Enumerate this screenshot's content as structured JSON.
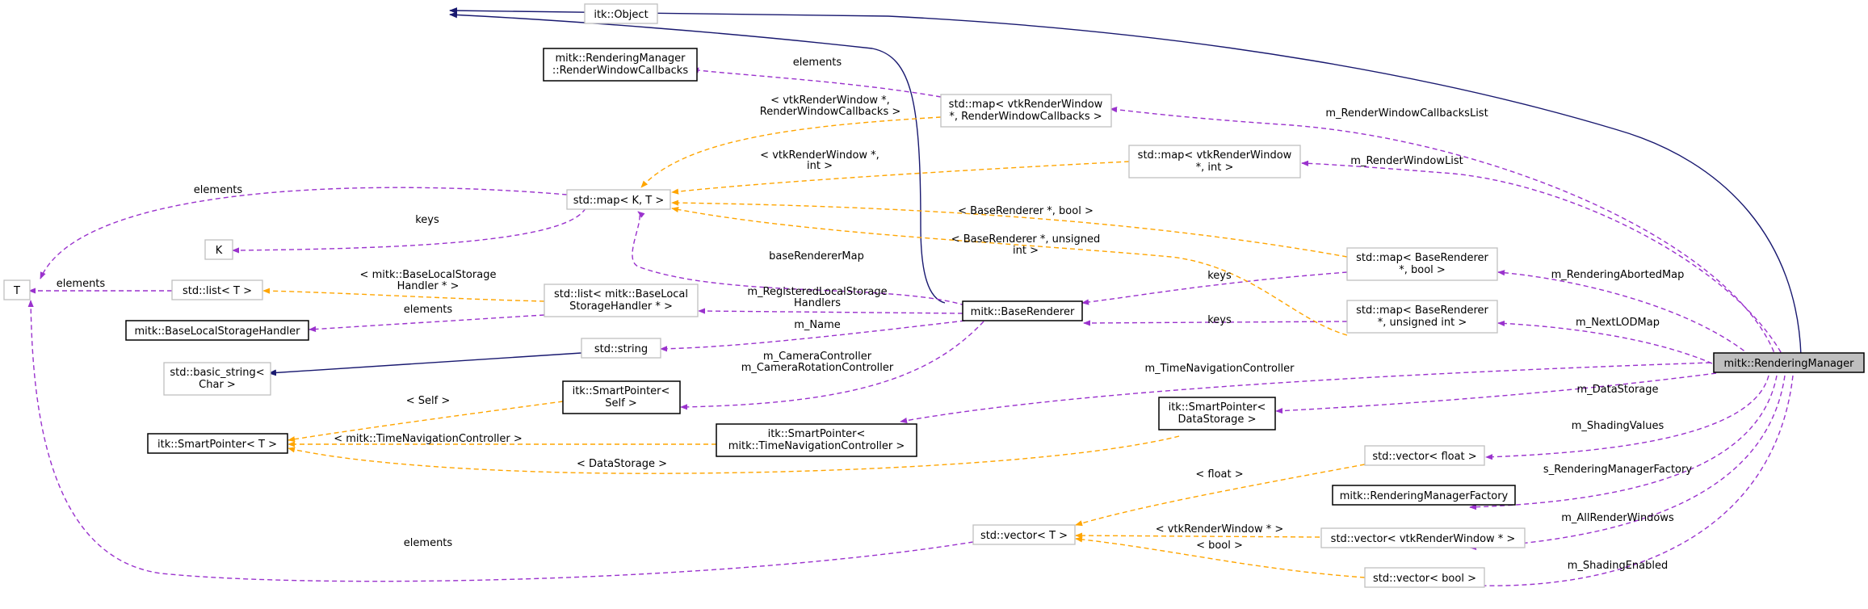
{
  "nodes": {
    "itk_object": "itk::Object",
    "callbacks_line1": "mitk::RenderingManager",
    "callbacks_line2": "::RenderWindowCallbacks",
    "map_vrw_cb_line1": "std::map< vtkRenderWindow",
    "map_vrw_cb_line2": "*, RenderWindowCallbacks >",
    "map_vrw_int_line1": "std::map< vtkRenderWindow",
    "map_vrw_int_line2": "*, int >",
    "map_kt": "std::map< K, T >",
    "k": "K",
    "t": "T",
    "list_t": "std::list< T >",
    "base_local_storage_handler": "mitk::BaseLocalStorageHandler",
    "list_blsh_line1": "std::list< mitk::BaseLocal",
    "list_blsh_line2": "StorageHandler * >",
    "std_string": "std::string",
    "basic_string_line1": "std::basic_string<",
    "basic_string_line2": "Char >",
    "sp_t": "itk::SmartPointer< T >",
    "sp_self_line1": "itk::SmartPointer<",
    "sp_self_line2": "Self >",
    "sp_tnc_line1": "itk::SmartPointer<",
    "sp_tnc_line2": "mitk::TimeNavigationController >",
    "base_renderer": "mitk::BaseRenderer",
    "map_br_bool_line1": "std::map< BaseRenderer",
    "map_br_bool_line2": "*, bool >",
    "map_br_uint_line1": "std::map< BaseRenderer",
    "map_br_uint_line2": "*, unsigned int >",
    "sp_ds_line1": "itk::SmartPointer<",
    "sp_ds_line2": "DataStorage >",
    "vector_float": "std::vector< float >",
    "rendering_manager_factory": "mitk::RenderingManagerFactory",
    "vector_t": "std::vector< T >",
    "vector_vrw": "std::vector< vtkRenderWindow * >",
    "vector_bool": "std::vector< bool >",
    "rendering_manager": "mitk::RenderingManager"
  },
  "edges": {
    "elements_callbacks": "elements",
    "vrw_cb_tpl_line1": "< vtkRenderWindow *,",
    "vrw_cb_tpl_line2": "RenderWindowCallbacks >",
    "m_render_window_callbacks_list": "m_RenderWindowCallbacksList",
    "vrw_int_tpl_line1": "< vtkRenderWindow *,",
    "vrw_int_tpl_line2": "int >",
    "m_render_window_list": "m_RenderWindowList",
    "elements_map": "elements",
    "keys_k": "keys",
    "br_bool_tpl": "< BaseRenderer *, bool >",
    "br_uint_tpl_line1": "< BaseRenderer *, unsigned",
    "br_uint_tpl_line2": "int >",
    "base_renderer_map": "baseRendererMap",
    "elements_list": "elements",
    "blsh_tpl_line1": "< mitk::BaseLocalStorage",
    "blsh_tpl_line2": "Handler * >",
    "elements_blsh": "elements",
    "m_registered_line1": "m_RegisteredLocalStorage",
    "m_registered_line2": "Handlers",
    "keys_bool": "keys",
    "m_rendering_aborted_map": "m_RenderingAbortedMap",
    "keys_uint": "keys",
    "m_next_lod_map": "m_NextLODMap",
    "m_name": "m_Name",
    "m_camera_controller": "m_CameraController",
    "m_camera_rotation_controller": "m_CameraRotationController",
    "m_time_navigation_controller": "m_TimeNavigationController",
    "self_tpl": "< Self >",
    "m_data_storage": "m_DataStorage",
    "tnc_tpl": "< mitk::TimeNavigationController >",
    "ds_tpl": "< DataStorage >",
    "m_shading_values": "m_ShadingValues",
    "float_tpl": "< float >",
    "s_rendering_manager_factory": "s_RenderingManagerFactory",
    "vrw_tpl": "< vtkRenderWindow * >",
    "m_all_render_windows": "m_AllRenderWindows",
    "bool_tpl": "< bool >",
    "elements_vector": "elements",
    "m_shading_enabled": "m_ShadingEnabled"
  },
  "colors": {
    "usage_edge": "#9a32cd",
    "template_edge": "#ffa500",
    "inheritance_edge": "#191970",
    "focus_fill": "#bfbfbf",
    "gray_border": "#bfbfbf"
  }
}
